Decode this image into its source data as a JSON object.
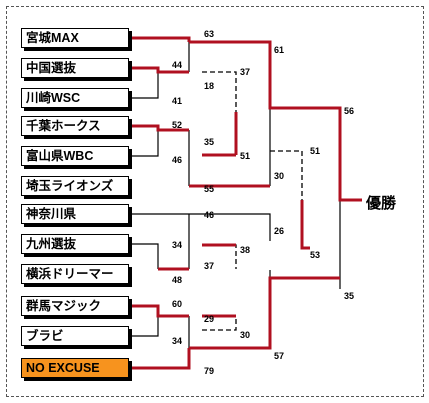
{
  "teams": [
    {
      "name": "宮城MAX"
    },
    {
      "name": "中国選抜"
    },
    {
      "name": "川崎WSC"
    },
    {
      "name": "千葉ホークス"
    },
    {
      "name": "富山県WBC"
    },
    {
      "name": "埼玉ライオンズ"
    },
    {
      "name": "神奈川県"
    },
    {
      "name": "九州選抜"
    },
    {
      "name": "横浜ドリーマー"
    },
    {
      "name": "群馬マジック"
    },
    {
      "name": "ブラビ"
    },
    {
      "name": "NO EXCUSE"
    }
  ],
  "scores": {
    "s63": "63",
    "s44": "44",
    "s18": "18",
    "s41": "41",
    "s37a": "37",
    "s61": "61",
    "s52": "52",
    "s35a": "35",
    "s46a": "46",
    "s51a": "51",
    "s55": "55",
    "s30a": "30",
    "s51b": "51",
    "s56": "56",
    "s46b": "46",
    "s34a": "34",
    "s37b": "37",
    "s38": "38",
    "s48": "48",
    "s26": "26",
    "s53": "53",
    "s60": "60",
    "s29": "29",
    "s30b": "30",
    "s34b": "34",
    "s57": "57",
    "s79": "79",
    "s35b": "35"
  },
  "champion_label": "優勝",
  "colors": {
    "winner_line": "#b01020",
    "line": "#000000",
    "highlight": "#f7931e"
  }
}
